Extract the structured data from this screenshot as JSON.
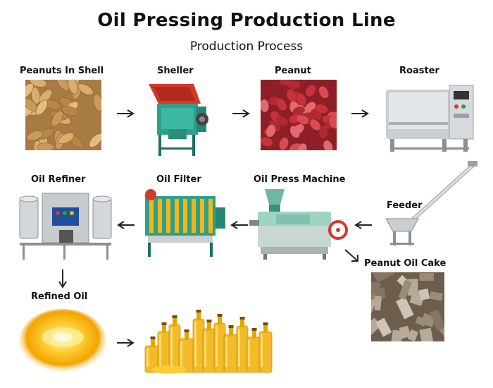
{
  "title": "Oil Pressing Production Line",
  "subtitle": "Production Process",
  "steps": [
    {
      "label": "Peanuts In Shell"
    },
    {
      "label": "Sheller"
    },
    {
      "label": "Peanut"
    },
    {
      "label": "Roaster"
    },
    {
      "label": "Oil Refiner"
    },
    {
      "label": "Oil Filter"
    },
    {
      "label": "Oil Press Machine"
    },
    {
      "label": "Feeder"
    },
    {
      "label": "Peanut Oil Cake"
    },
    {
      "label": "Refined Oil"
    }
  ],
  "colors": {
    "machine_green": "#2f9f8a",
    "hopper_red": "#d43a2a",
    "steel": "#c8ccd0",
    "peanut_shell": "#c99a5b",
    "peanut_red": "#c8323c",
    "oil_gold": "#f2b619"
  }
}
